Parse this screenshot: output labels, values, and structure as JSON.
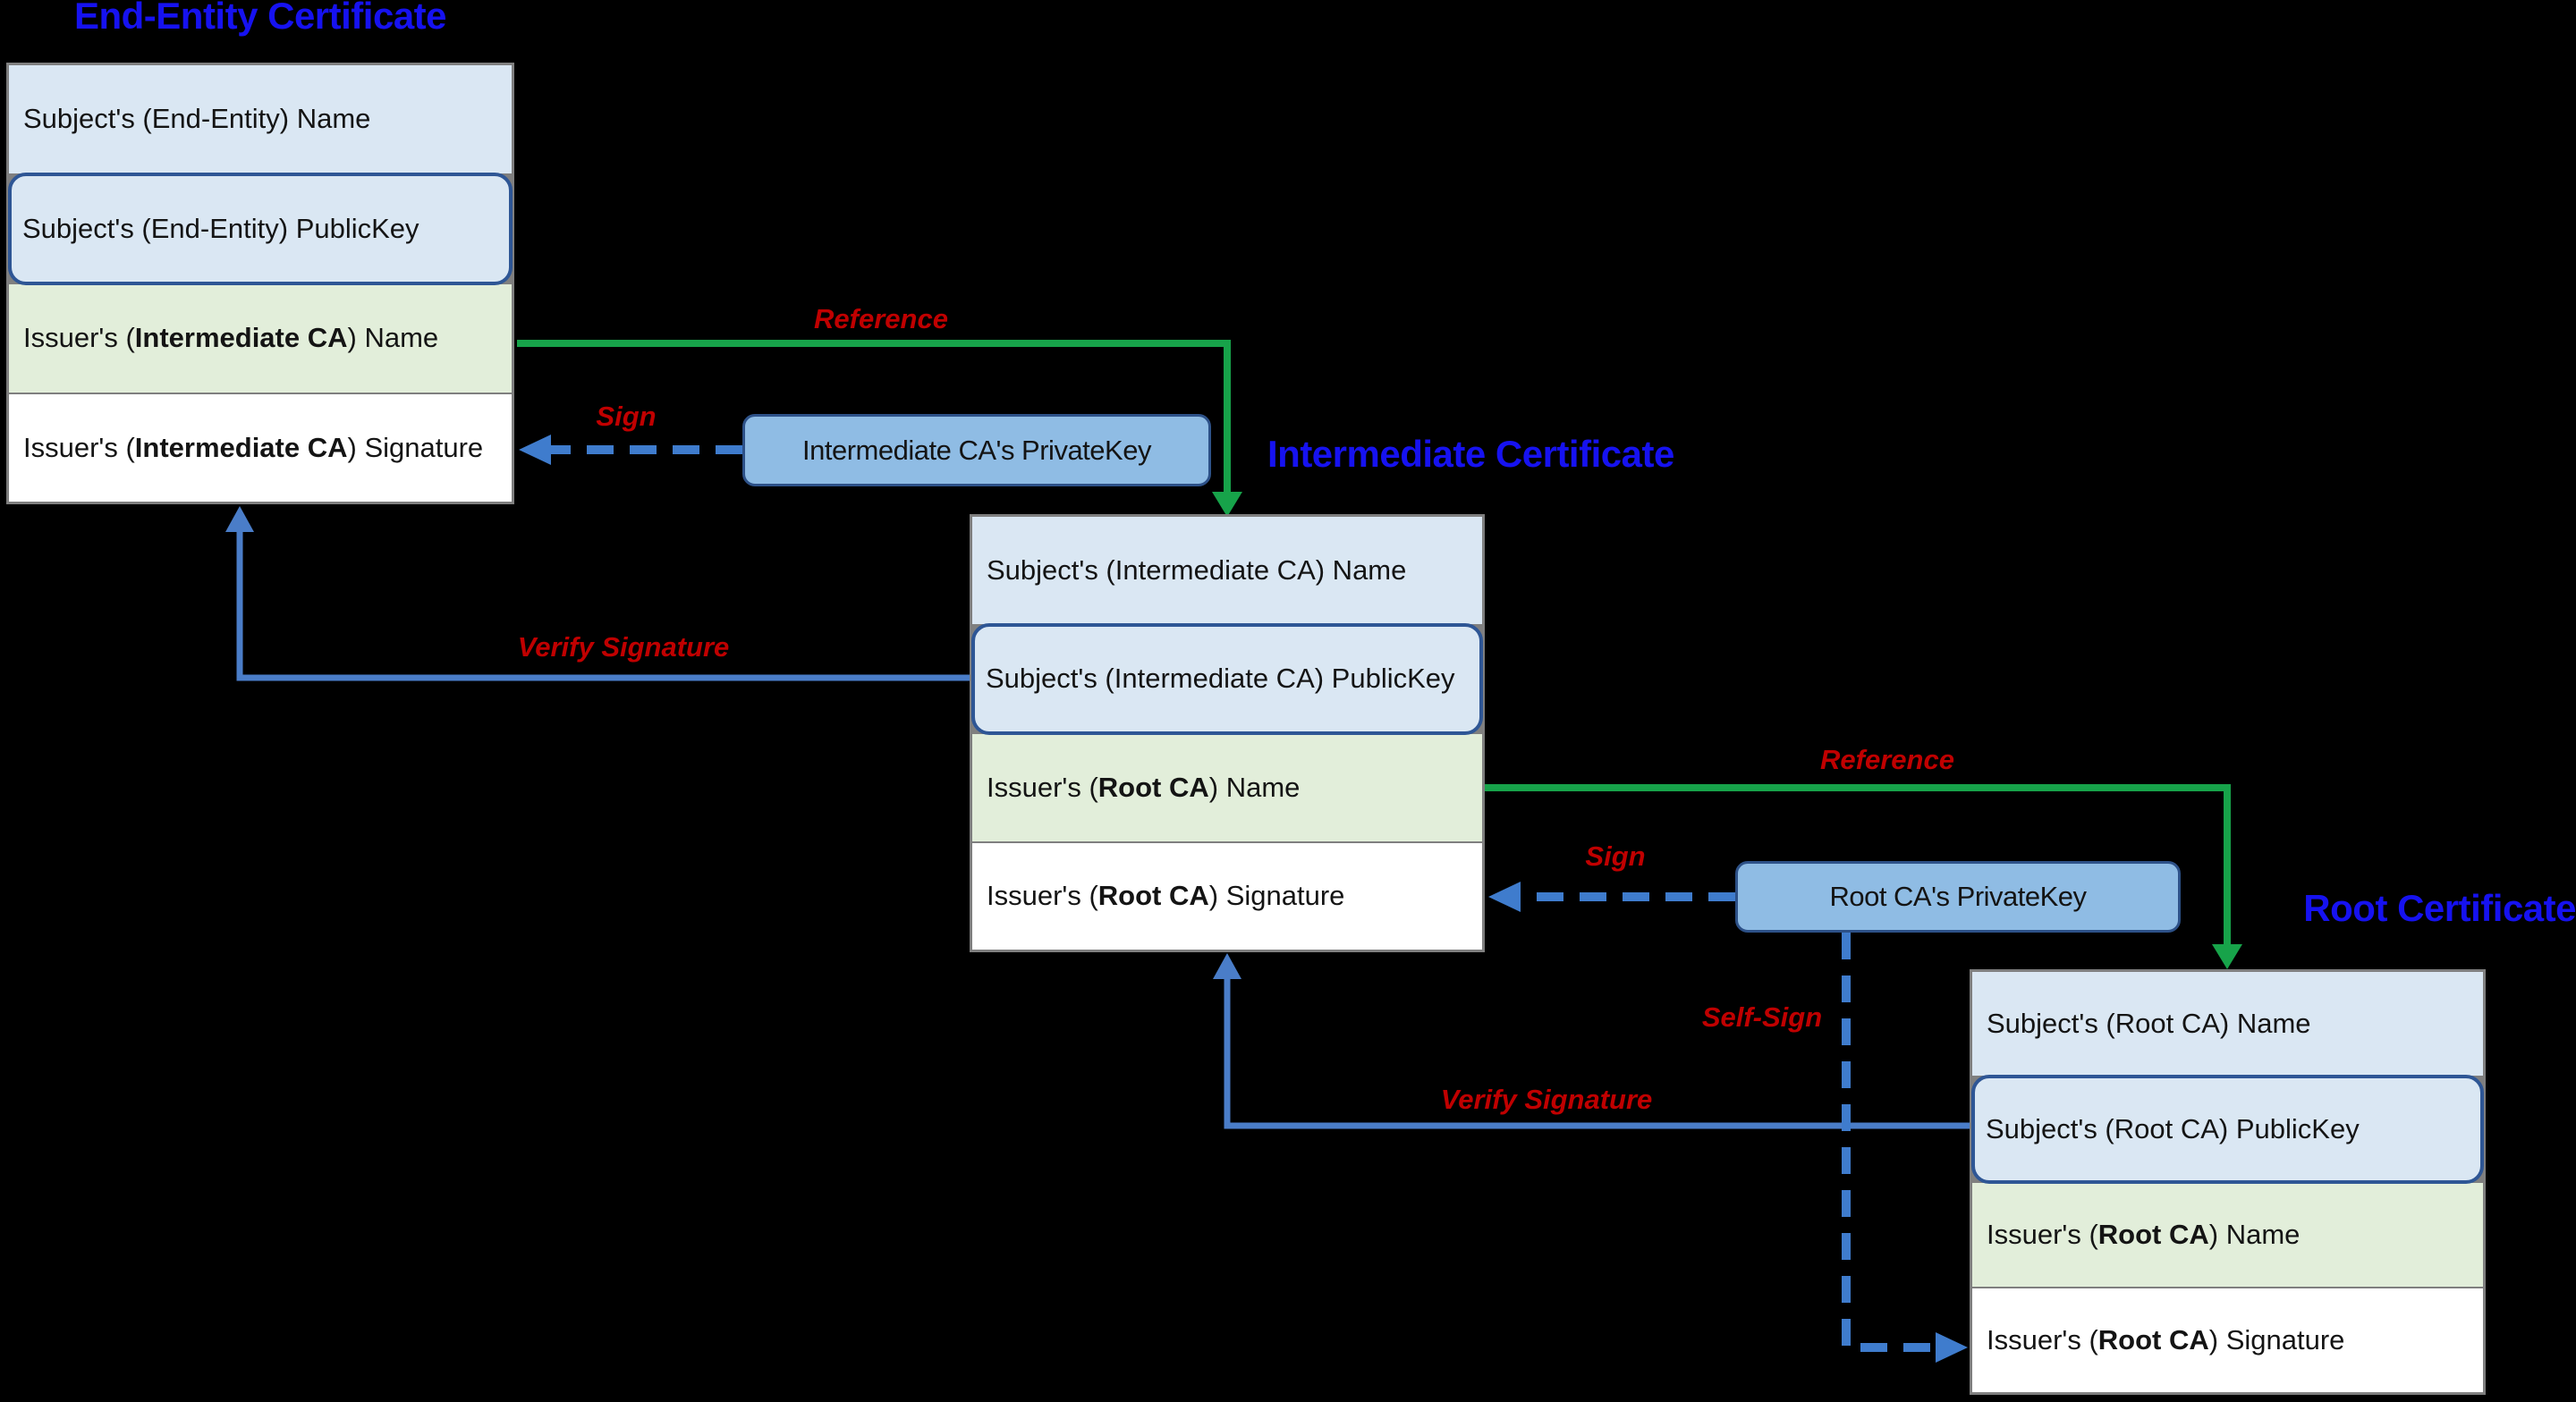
{
  "diagram": {
    "background": "#000000",
    "certificates": {
      "end_entity": {
        "title": "End-Entity Certificate",
        "rows": [
          {
            "pre": "Subject's (End-Entity) Name",
            "bold": "",
            "post": ""
          },
          {
            "pre": "Subject's (End-Entity) PublicKey",
            "bold": "",
            "post": ""
          },
          {
            "pre": "Issuer's (",
            "bold": "Intermediate CA",
            "post": ") Name"
          },
          {
            "pre": "Issuer's (",
            "bold": "Intermediate CA",
            "post": ") Signature"
          }
        ]
      },
      "intermediate": {
        "title": "Intermediate Certificate",
        "rows": [
          {
            "pre": "Subject's (Intermediate CA) Name",
            "bold": "",
            "post": ""
          },
          {
            "pre": "Subject's (Intermediate CA) PublicKey",
            "bold": "",
            "post": ""
          },
          {
            "pre": "Issuer's (",
            "bold": "Root CA",
            "post": ") Name"
          },
          {
            "pre": "Issuer's (",
            "bold": "Root CA",
            "post": ") Signature"
          }
        ]
      },
      "root": {
        "title": "Root Certificate",
        "rows": [
          {
            "pre": "Subject's (Root CA) Name",
            "bold": "",
            "post": ""
          },
          {
            "pre": "Subject's (Root CA) PublicKey",
            "bold": "",
            "post": ""
          },
          {
            "pre": "Issuer's (",
            "bold": "Root CA",
            "post": ") Name"
          },
          {
            "pre": "Issuer's (",
            "bold": "Root CA",
            "post": ") Signature"
          }
        ]
      }
    },
    "private_keys": {
      "intermediate": {
        "label": "Intermediate CA's PrivateKey"
      },
      "root": {
        "label": "Root CA's PrivateKey"
      }
    },
    "arrows": {
      "reference1": {
        "label": "Reference",
        "style": "solid",
        "color": "#17a34a"
      },
      "reference2": {
        "label": "Reference",
        "style": "solid",
        "color": "#17a34a"
      },
      "sign1": {
        "label": "Sign",
        "style": "dashed",
        "color": "#3f7ccd"
      },
      "sign2": {
        "label": "Sign",
        "style": "dashed",
        "color": "#3f7ccd"
      },
      "self_sign": {
        "label": "Self-Sign",
        "style": "dashed",
        "color": "#3f7ccd"
      },
      "verify1": {
        "label": "Verify Signature",
        "style": "solid",
        "color": "#4a7dc8"
      },
      "verify2": {
        "label": "Verify Signature",
        "style": "solid",
        "color": "#4a7dc8"
      }
    },
    "colors": {
      "title_blue": "#1612f0",
      "label_red": "#c00000",
      "green_arrow": "#17a34a",
      "blue_arrow": "#4a7dc8",
      "dashed_blue": "#3f7ccd",
      "row_blue": "#dae7f3",
      "row_green": "#e2eeda",
      "row_white": "#ffffff",
      "publickey_border": "#2e5695",
      "privatekey_fill": "#8fbce4",
      "privatekey_border": "#2d5188",
      "box_border": "#7f7f7f"
    }
  }
}
